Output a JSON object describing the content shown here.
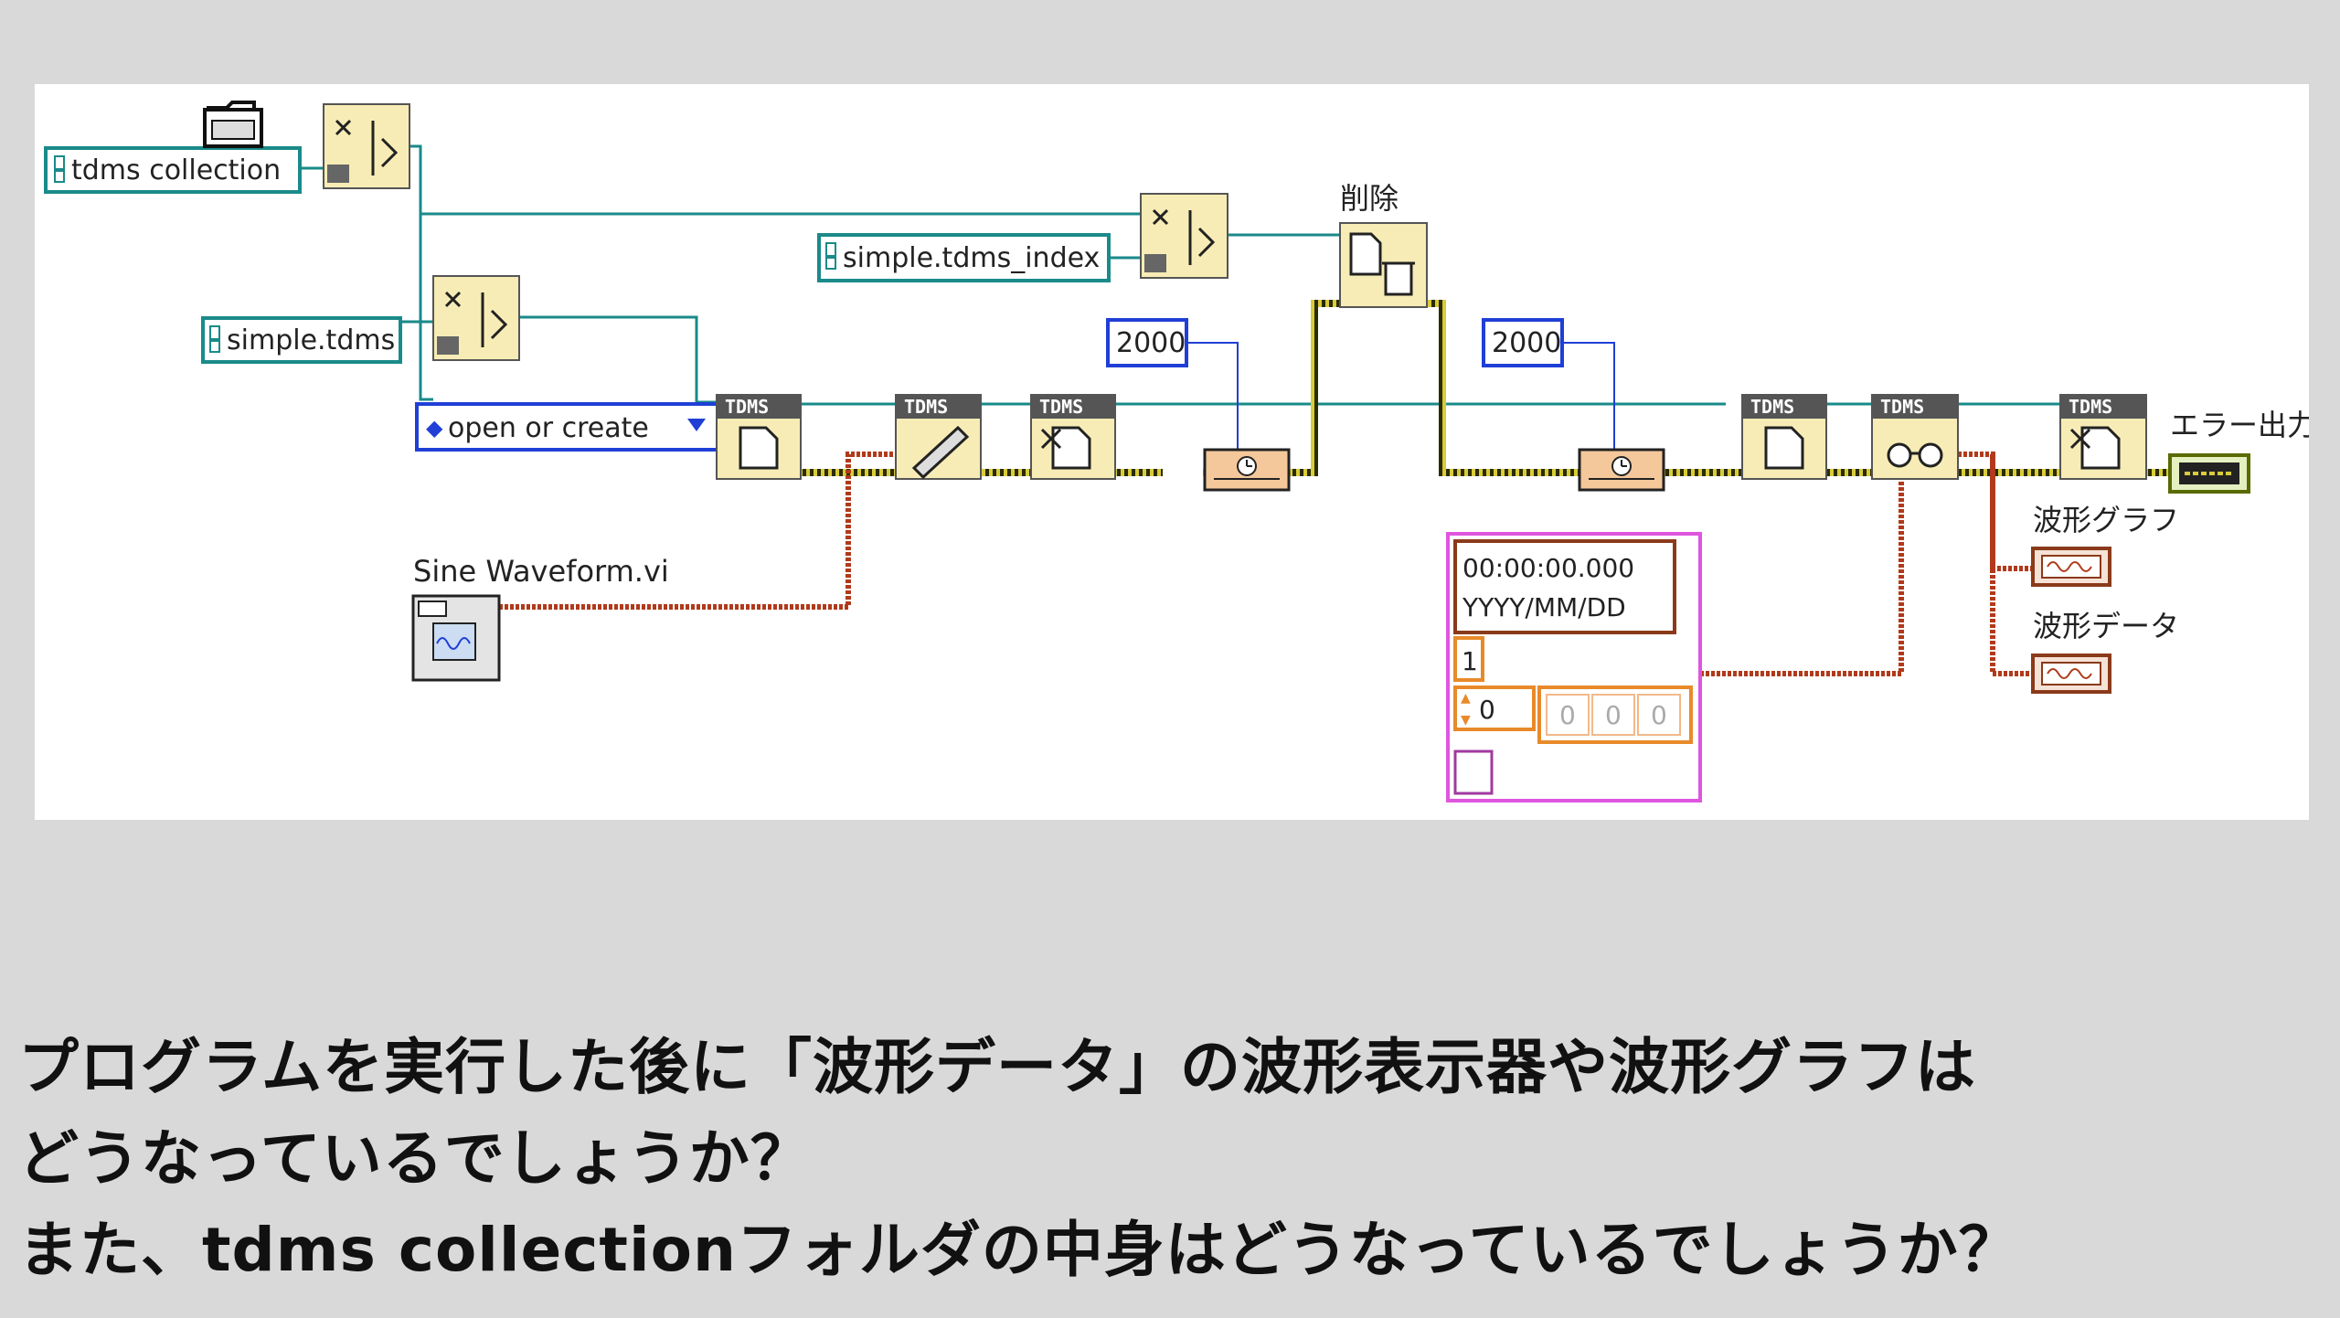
{
  "diagram": {
    "path_constants": [
      "tdms collection",
      "simple.tdms",
      "simple.tdms_index"
    ],
    "enum_constant": "open or create",
    "numeric_constants": [
      "2000",
      "2000"
    ],
    "tdms_badge": "TDMS",
    "labels": {
      "delete": "削除",
      "sine_vi": "Sine Waveform.vi",
      "error_out": "エラー出力",
      "waveform_graph": "波形グラフ",
      "waveform_data": "波形データ"
    },
    "waveform_constant": {
      "time": "00:00:00.000",
      "date": "YYYY/MM/DD",
      "dt": "1",
      "index": "0",
      "array": [
        "0",
        "0",
        "0"
      ]
    },
    "colors": {
      "path_wire": "#1a8a8a",
      "error_wire": "#8a7a00",
      "waveform_wire": "#b03a1a",
      "numeric_wire": "#1f3fd6",
      "node_fill": "#f7ecb5",
      "timer_fill": "#f4c89a",
      "waveform_border": "#e055e0"
    }
  },
  "question": {
    "line1": "プログラムを実行した後に「波形データ」の波形表示器や波形グラフは",
    "line2": "どうなっているでしょうか？",
    "line3": "また、tdms collectionフォルダの中身はどうなっているでしょうか？"
  }
}
